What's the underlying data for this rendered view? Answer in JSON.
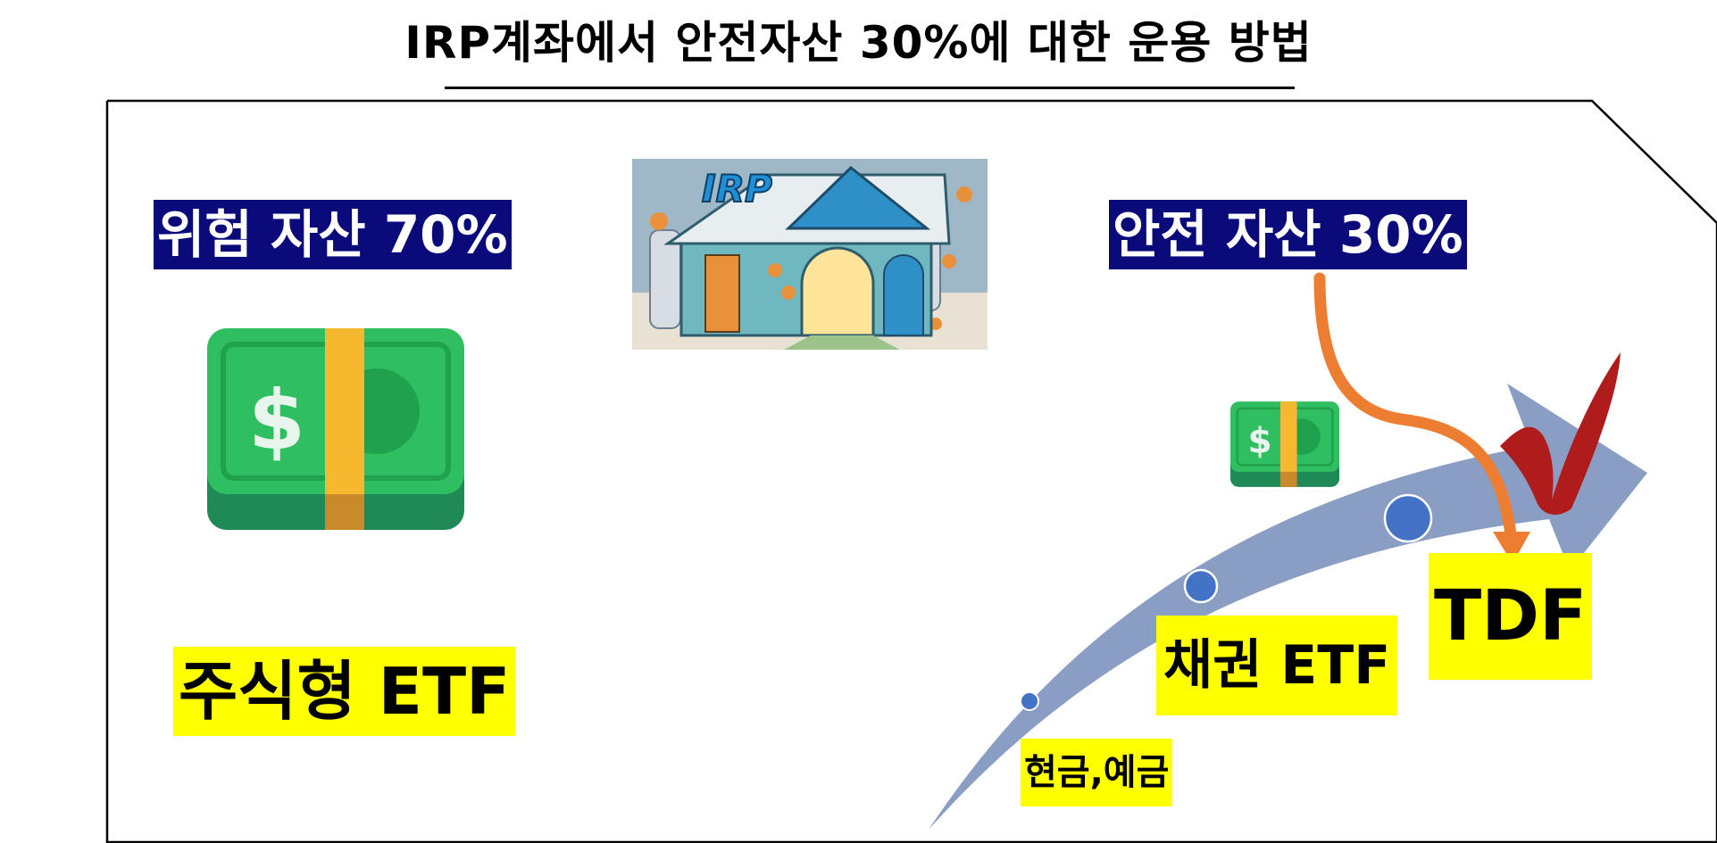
{
  "title": "IRP계좌에서 안전자산 30%에 대한 운용 방법",
  "risk_label": "위험 자산 70%",
  "safe_label": "안전 자산 30%",
  "irp_image": {
    "sign_text": "IRP",
    "icon": "irp-house-illustration"
  },
  "stock_etf_label": "주식형 ETF",
  "bond_etf_label": "채권 ETF",
  "tdf_label": "TDF",
  "cash_label": "현금,예금",
  "icons": {
    "large_money": "money-stack-icon",
    "small_money": "money-stack-icon",
    "checkmark": "checkmark-icon",
    "curve_arrow": "orange-curved-arrow"
  },
  "colors": {
    "navy": "#0a0a7a",
    "highlight": "#ffff00",
    "band": "#8a9ec4",
    "dot": "#4472c4",
    "orange": "#ed7d31",
    "check": "#b01c1c",
    "money_green": "#2fbf60",
    "money_band": "#f5b82e"
  }
}
